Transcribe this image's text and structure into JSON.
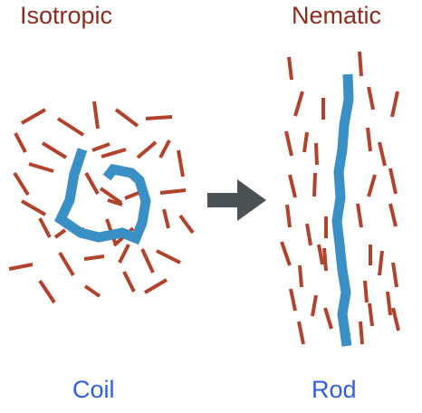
{
  "labels": {
    "left_phase": "Isotropic",
    "right_phase": "Nematic",
    "left_shape": "Coil",
    "right_shape": "Rod"
  },
  "colors": {
    "phase_label": "#8b2c1c",
    "shape_label": "#2f5fe0",
    "rod": "#b1422c",
    "polymer": "#3a8fc4",
    "arrow": "#4a5256",
    "background": "#ffffff"
  },
  "icons": {
    "arrow": "right-arrow-icon"
  }
}
